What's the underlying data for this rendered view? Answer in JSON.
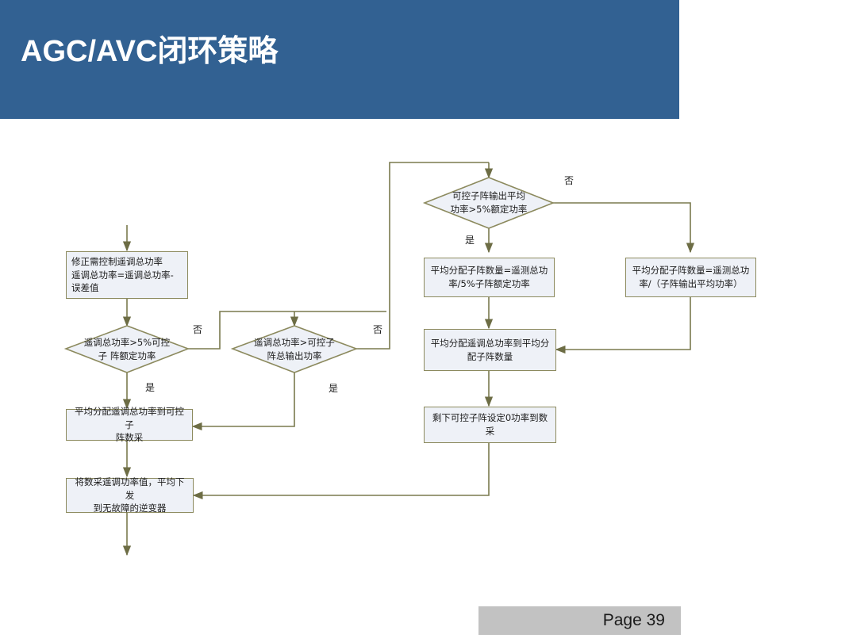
{
  "slide": {
    "title": "AGC/AVC闭环策略",
    "banner_color": "#326192",
    "footer_label": "Page  39",
    "footer_bg": "#c2c2c2"
  },
  "flowchart": {
    "node_fill": "#eef1f7",
    "node_border": "#8c8a5e",
    "connector_color": "#7a7a4e",
    "nodes": [
      {
        "id": "correct-total-power",
        "type": "process",
        "text": "修正需控制遥调总功率\n遥调总功率=遥调总功率-误差值"
      },
      {
        "id": "decision-total-gt-5pct",
        "type": "decision",
        "text": "遥调总功率>5%可控\n子 阵额定功率"
      },
      {
        "id": "decision-total-gt-output",
        "type": "decision",
        "text": "遥调总功率>可控子\n阵总输出功率"
      },
      {
        "id": "decision-avg-gt-5pct",
        "type": "decision",
        "text": "可控子阵输出平均\n功率>5%额定功率"
      },
      {
        "id": "calc-count-by-5pct",
        "type": "process",
        "text": "平均分配子阵数量=遥测总功\n率/5%子阵额定功率"
      },
      {
        "id": "calc-count-by-avg",
        "type": "process",
        "text": "平均分配子阵数量=遥测总功\n率/（子阵输出平均功率）"
      },
      {
        "id": "distribute-to-count",
        "type": "process",
        "text": "平均分配遥调总功率到平均分\n配子阵数量"
      },
      {
        "id": "remaining-zero-power",
        "type": "process",
        "text": "剩下可控子阵设定0功率到数采"
      },
      {
        "id": "distribute-to-all",
        "type": "process",
        "text": "平均分配遥调总功率到可控子\n阵数采"
      },
      {
        "id": "send-to-inverters",
        "type": "process",
        "text": "将数采遥调功率值，平均下发\n到无故障的逆变器"
      }
    ],
    "branch_labels": {
      "no": "否",
      "yes": "是"
    },
    "edges": [
      {
        "from": "start",
        "to": "correct-total-power",
        "label": ""
      },
      {
        "from": "correct-total-power",
        "to": "decision-total-gt-5pct",
        "label": ""
      },
      {
        "from": "decision-total-gt-5pct",
        "to": "decision-total-gt-output",
        "label": "否"
      },
      {
        "from": "decision-total-gt-5pct",
        "to": "distribute-to-all",
        "label": "是"
      },
      {
        "from": "decision-total-gt-output",
        "to": "decision-avg-gt-5pct",
        "label": "否"
      },
      {
        "from": "decision-total-gt-output",
        "to": "distribute-to-all",
        "label": "是"
      },
      {
        "from": "decision-avg-gt-5pct",
        "to": "calc-count-by-5pct",
        "label": "是"
      },
      {
        "from": "decision-avg-gt-5pct",
        "to": "calc-count-by-avg",
        "label": "否"
      },
      {
        "from": "calc-count-by-5pct",
        "to": "distribute-to-count",
        "label": ""
      },
      {
        "from": "calc-count-by-avg",
        "to": "distribute-to-count",
        "label": ""
      },
      {
        "from": "distribute-to-count",
        "to": "remaining-zero-power",
        "label": ""
      },
      {
        "from": "remaining-zero-power",
        "to": "send-to-inverters",
        "label": ""
      },
      {
        "from": "distribute-to-all",
        "to": "send-to-inverters",
        "label": ""
      },
      {
        "from": "send-to-inverters",
        "to": "end",
        "label": ""
      }
    ]
  }
}
